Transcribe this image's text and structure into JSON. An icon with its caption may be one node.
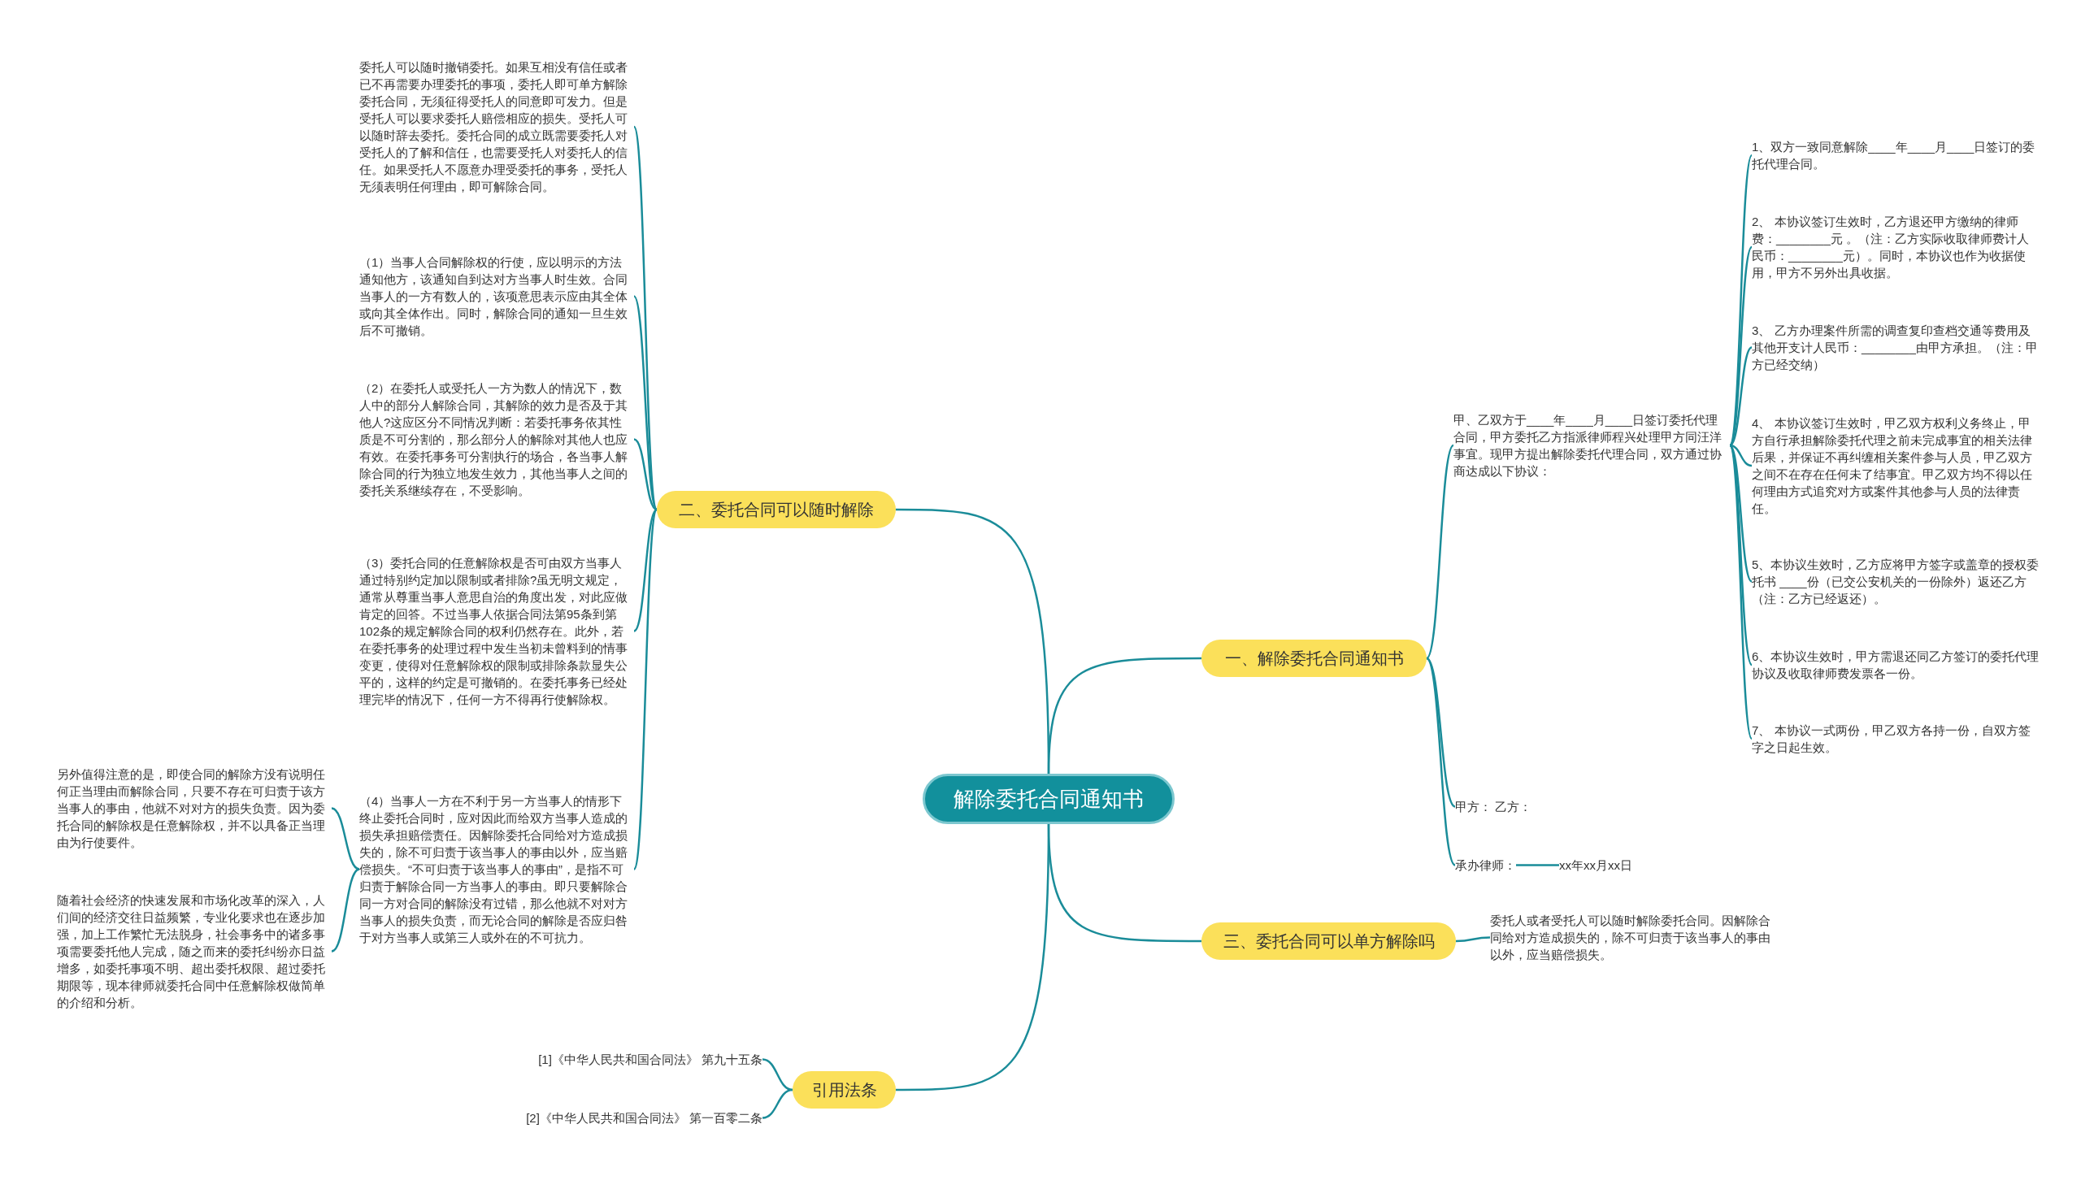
{
  "diagram": {
    "nodes": [
      {
        "text": [
          "解除委托合同通知书"
        ]
      },
      {
        "text": [
          "一、解除委托合同通知书"
        ]
      },
      {
        "text": [
          "甲、乙双方于____年____月____日签订委托代理合同，甲方委托乙方指派律师程兴处理甲方同汪洋事宜。现甲方提出解除委托代理合同，双方通过协商达成以下协议："
        ]
      },
      {
        "text": [
          "1、双方一致同意解除____年____月____日签订的委托代理合同。"
        ]
      },
      {
        "text": [
          "2、 本协议签订生效时，乙方退还甲方缴纳的律师费：________元 。（注：乙方实际收取律师费计人民币：________元）。同时，本协议也作为收据使用，甲方不另外出具收据。"
        ]
      },
      {
        "text": [
          "3、 乙方办理案件所需的调查复印查档交通等费用及其他开支计人民币：________由甲方承担。（注：甲方已经交纳）"
        ]
      },
      {
        "text": [
          "4、 本协议签订生效时，甲乙双方权利义务终止，甲方自行承担解除委托代理之前未完成事宜的相关法律后果，并保证不再纠缠相关案件参与人员，甲乙双方之间不在存在任何未了结事宜。甲乙双方均不得以任何理由方式追究对方或案件其他参与人员的法律责任。"
        ]
      },
      {
        "text": [
          "5、本协议生效时，乙方应将甲方签字或盖章的授权委托书 ____份（已交公安机关的一份除外）返还乙方（注：乙方已经返还）。"
        ]
      },
      {
        "text": [
          "6、本协议生效时，甲方需退还同乙方签订的委托代理协议及收取律师费发票各一份。"
        ]
      },
      {
        "text": [
          "7、 本协议一式两份，甲乙双方各持一份，自双方签字之日起生效。"
        ]
      },
      {
        "text": [
          "甲方： 乙方："
        ]
      },
      {
        "text": [
          "承办律师："
        ]
      },
      {
        "text": [
          "xx年xx月xx日"
        ]
      },
      {
        "text": [
          "二、委托合同可以随时解除"
        ]
      },
      {
        "text": [
          "委托人可以随时撤销委托。如果互相没有信任或者已不再需要办理委托的事项，委托人即可单方解除委托合同，无须征得受托人的同意即可发力。但是受托人可以要求委托人赔偿相应的损失。受托人可以随时辞去委托。委托合同的成立既需要委托人对受托人的了解和信任，也需要受托人对委托人的信任。如果受托人不愿意办理受委托的事务，受托人无须表明任何理由，即可解除合同。"
        ]
      },
      {
        "text": [
          "（1）当事人合同解除权的行使，应以明示的方法通知他方，该通知自到达对方当事人时生效。合同当事人的一方有数人的，该项意思表示应由其全体或向其全体作出。同时，解除合同的通知一旦生效后不可撤销。"
        ]
      },
      {
        "text": [
          "（2）在委托人或受托人一方为数人的情况下，数人中的部分人解除合同，其解除的效力是否及于其他人?这应区分不同情况判断：若委托事务依其性质是不可分割的，那么部分人的解除对其他人也应有效。在委托事务可分割执行的场合，各当事人解除合同的行为独立地发生效力，其他当事人之间的委托关系继续存在，不受影响。"
        ]
      },
      {
        "text": [
          "（3）委托合同的任意解除权是否可由双方当事人通过特别约定加以限制或者排除?虽无明文规定，通常从尊重当事人意思自治的角度出发，对此应做肯定的回答。不过当事人依据合同法第95条到第102条的规定解除合同的权利仍然存在。此外，若在委托事务的处理过程中发生当初未曾料到的情事变更，使得对任意解除权的限制或排除条款显失公平的，这样的约定是可撤销的。在委托事务已经处理完毕的情况下，任何一方不得再行使解除权。"
        ]
      },
      {
        "text": [
          "（4）当事人一方在不利于另一方当事人的情形下终止委托合同时，应对因此而给双方当事人造成的损失承担赔偿责任。因解除委托合同给对方造成损失的，除不可归责于该当事人的事由以外，应当赔偿损失。“不可归责于该当事人的事由”，是指不可归责于解除合同一方当事人的事由。即只要解除合同一方对合同的解除没有过错，那么他就不对对方当事人的损失负责，而无论合同的解除是否应归咎于对方当事人或第三人或外在的不可抗力。"
        ]
      },
      {
        "text": [
          "另外值得注意的是，即使合同的解除方没有说明任何正当理由而解除合同，只要不存在可归责于该方当事人的事由，他就不对对方的损失负责。因为委托合同的解除权是任意解除权，并不以具备正当理由为行使要件。"
        ]
      },
      {
        "text": [
          "随着社会经济的快速发展和市场化改革的深入，人们间的经济交往日益频繁，专业化要求也在逐步加强，加上工作繁忙无法脱身，社会事务中的诸多事项需要委托他人完成，随之而来的委托纠纷亦日益增多，如委托事项不明、超出委托权限、超过委托期限等，现本律师就委托合同中任意解除权做简单的介绍和分析。"
        ]
      },
      {
        "text": [
          "三、委托合同可以单方解除吗"
        ]
      },
      {
        "text": [
          "委托人或者受托人可以随时解除委托合同。因解除合同给对方造成损失的，除不可归责于该当事人的事由以外，应当赔偿损失。"
        ]
      },
      {
        "text": [
          "引用法条"
        ]
      },
      {
        "text": [
          "[1]《中华人民共和国合同法》 第九十五条"
        ]
      },
      {
        "text": [
          "[2]《中华人民共和国合同法》 第一百零二条"
        ]
      }
    ],
    "edges": [
      {
        "from": 0,
        "to": 1,
        "arrow": "none"
      },
      {
        "from": 0,
        "to": 13,
        "arrow": "none"
      },
      {
        "from": 0,
        "to": 21,
        "arrow": "none"
      },
      {
        "from": 0,
        "to": 23,
        "arrow": "none"
      },
      {
        "from": 1,
        "to": 2,
        "arrow": "none"
      },
      {
        "from": 2,
        "to": 3,
        "arrow": "none"
      },
      {
        "from": 2,
        "to": 4,
        "arrow": "none"
      },
      {
        "from": 2,
        "to": 5,
        "arrow": "none"
      },
      {
        "from": 2,
        "to": 6,
        "arrow": "none"
      },
      {
        "from": 2,
        "to": 7,
        "arrow": "none"
      },
      {
        "from": 2,
        "to": 8,
        "arrow": "none"
      },
      {
        "from": 2,
        "to": 9,
        "arrow": "none"
      },
      {
        "from": 1,
        "to": 10,
        "arrow": "none"
      },
      {
        "from": 1,
        "to": 11,
        "arrow": "none"
      },
      {
        "from": 11,
        "to": 12,
        "arrow": "none"
      },
      {
        "from": 13,
        "to": 14,
        "arrow": "none"
      },
      {
        "from": 13,
        "to": 15,
        "arrow": "none"
      },
      {
        "from": 13,
        "to": 16,
        "arrow": "none"
      },
      {
        "from": 13,
        "to": 17,
        "arrow": "none"
      },
      {
        "from": 13,
        "to": 18,
        "arrow": "none"
      },
      {
        "from": 18,
        "to": 19,
        "arrow": "none"
      },
      {
        "from": 18,
        "to": 20,
        "arrow": "none"
      },
      {
        "from": 21,
        "to": 22,
        "arrow": "none"
      },
      {
        "from": 23,
        "to": 24,
        "arrow": "none"
      },
      {
        "from": 23,
        "to": 25,
        "arrow": "none"
      }
    ]
  }
}
